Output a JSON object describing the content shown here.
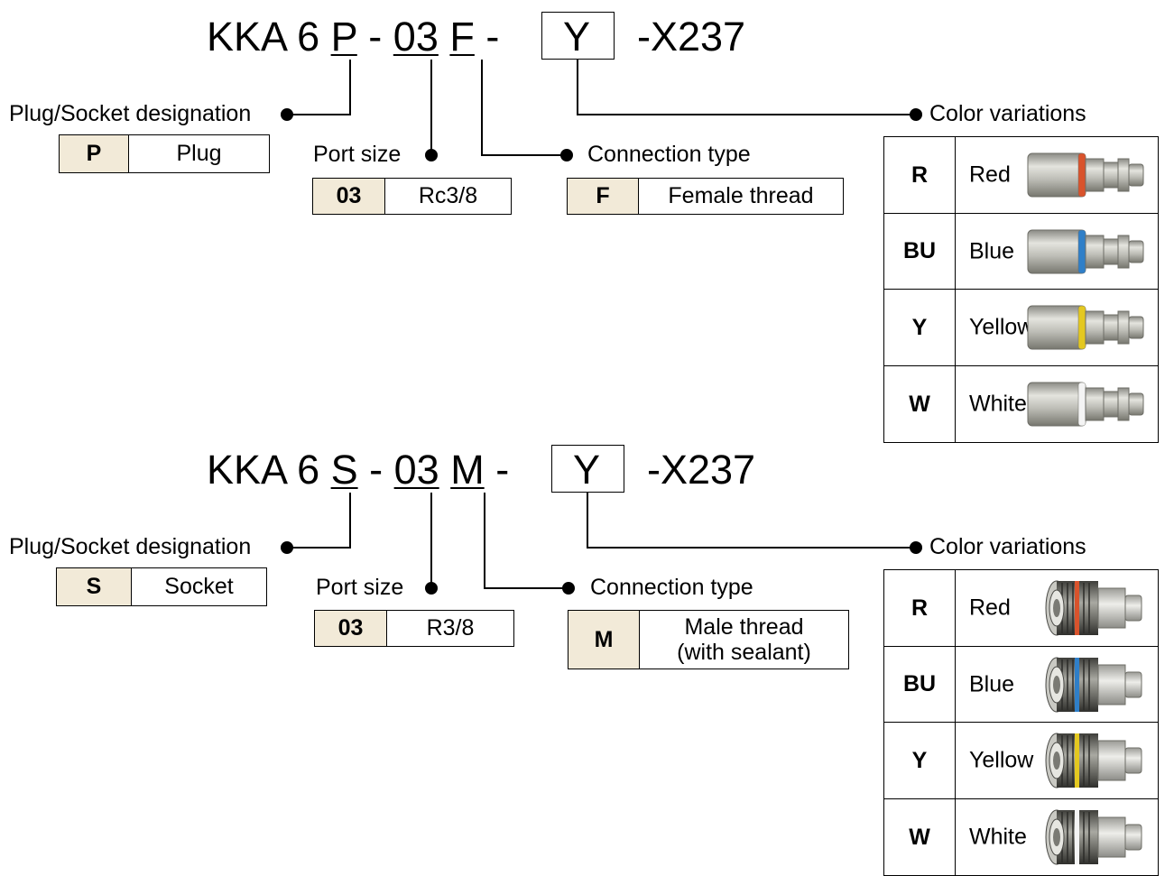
{
  "sections": [
    {
      "id": "plug",
      "code": {
        "prefix": "KKA 6 ",
        "designation": "P",
        "sep1": " - ",
        "port": "03",
        "space": " ",
        "connection": "F",
        "sep2": " - ",
        "color": "Y",
        "suffix": "-X237"
      },
      "designation": {
        "title": "Plug/Socket designation",
        "key": "P",
        "value": "Plug"
      },
      "port": {
        "title": "Port size",
        "key": "03",
        "value": "Rc3/8"
      },
      "connection": {
        "title": "Connection type",
        "key": "F",
        "value": "Female thread",
        "value2": ""
      },
      "colors": {
        "title": "Color variations",
        "items": [
          {
            "key": "R",
            "name": "Red",
            "ring": "#d9532c"
          },
          {
            "key": "BU",
            "name": "Blue",
            "ring": "#2f7fc8"
          },
          {
            "key": "Y",
            "name": "Yellow",
            "ring": "#e4c820"
          },
          {
            "key": "W",
            "name": "White",
            "ring": "#f4f4f4"
          }
        ]
      }
    },
    {
      "id": "socket",
      "code": {
        "prefix": "KKA 6 ",
        "designation": "S",
        "sep1": " - ",
        "port": "03",
        "space": " ",
        "connection": "M",
        "sep2": " - ",
        "color": "Y",
        "suffix": "-X237"
      },
      "designation": {
        "title": "Plug/Socket designation",
        "key": "S",
        "value": "Socket"
      },
      "port": {
        "title": "Port size",
        "key": "03",
        "value": "R3/8"
      },
      "connection": {
        "title": "Connection type",
        "key": "M",
        "value": "Male thread",
        "value2": "(with sealant)"
      },
      "colors": {
        "title": "Color variations",
        "items": [
          {
            "key": "R",
            "name": "Red",
            "ring": "#d9532c"
          },
          {
            "key": "BU",
            "name": "Blue",
            "ring": "#2f7fc8"
          },
          {
            "key": "Y",
            "name": "Yellow",
            "ring": "#e4c820"
          },
          {
            "key": "W",
            "name": "White",
            "ring": "#f4f4f4"
          }
        ]
      }
    }
  ]
}
